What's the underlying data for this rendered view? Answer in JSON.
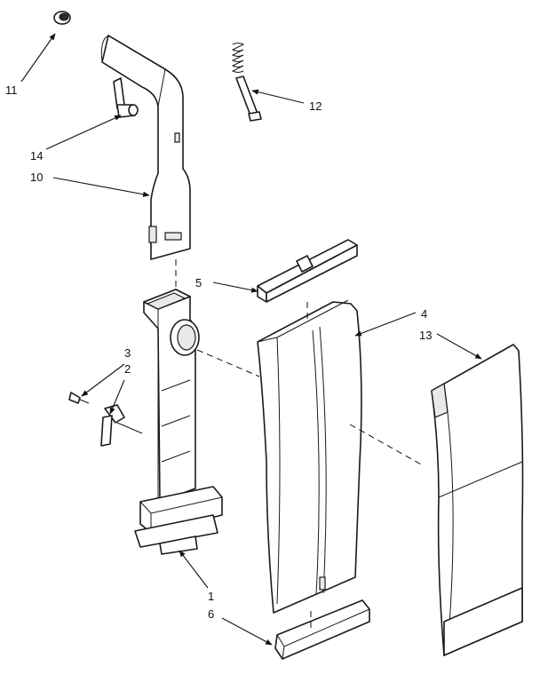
{
  "callouts": {
    "c1": "1",
    "c2": "2",
    "c3": "3",
    "c4": "4",
    "c5": "5",
    "c6": "6",
    "c10": "10",
    "c11": "11",
    "c12": "12",
    "c13": "13",
    "c14": "14"
  },
  "colors": {
    "line": "#1a1a1a",
    "background": "#ffffff"
  }
}
